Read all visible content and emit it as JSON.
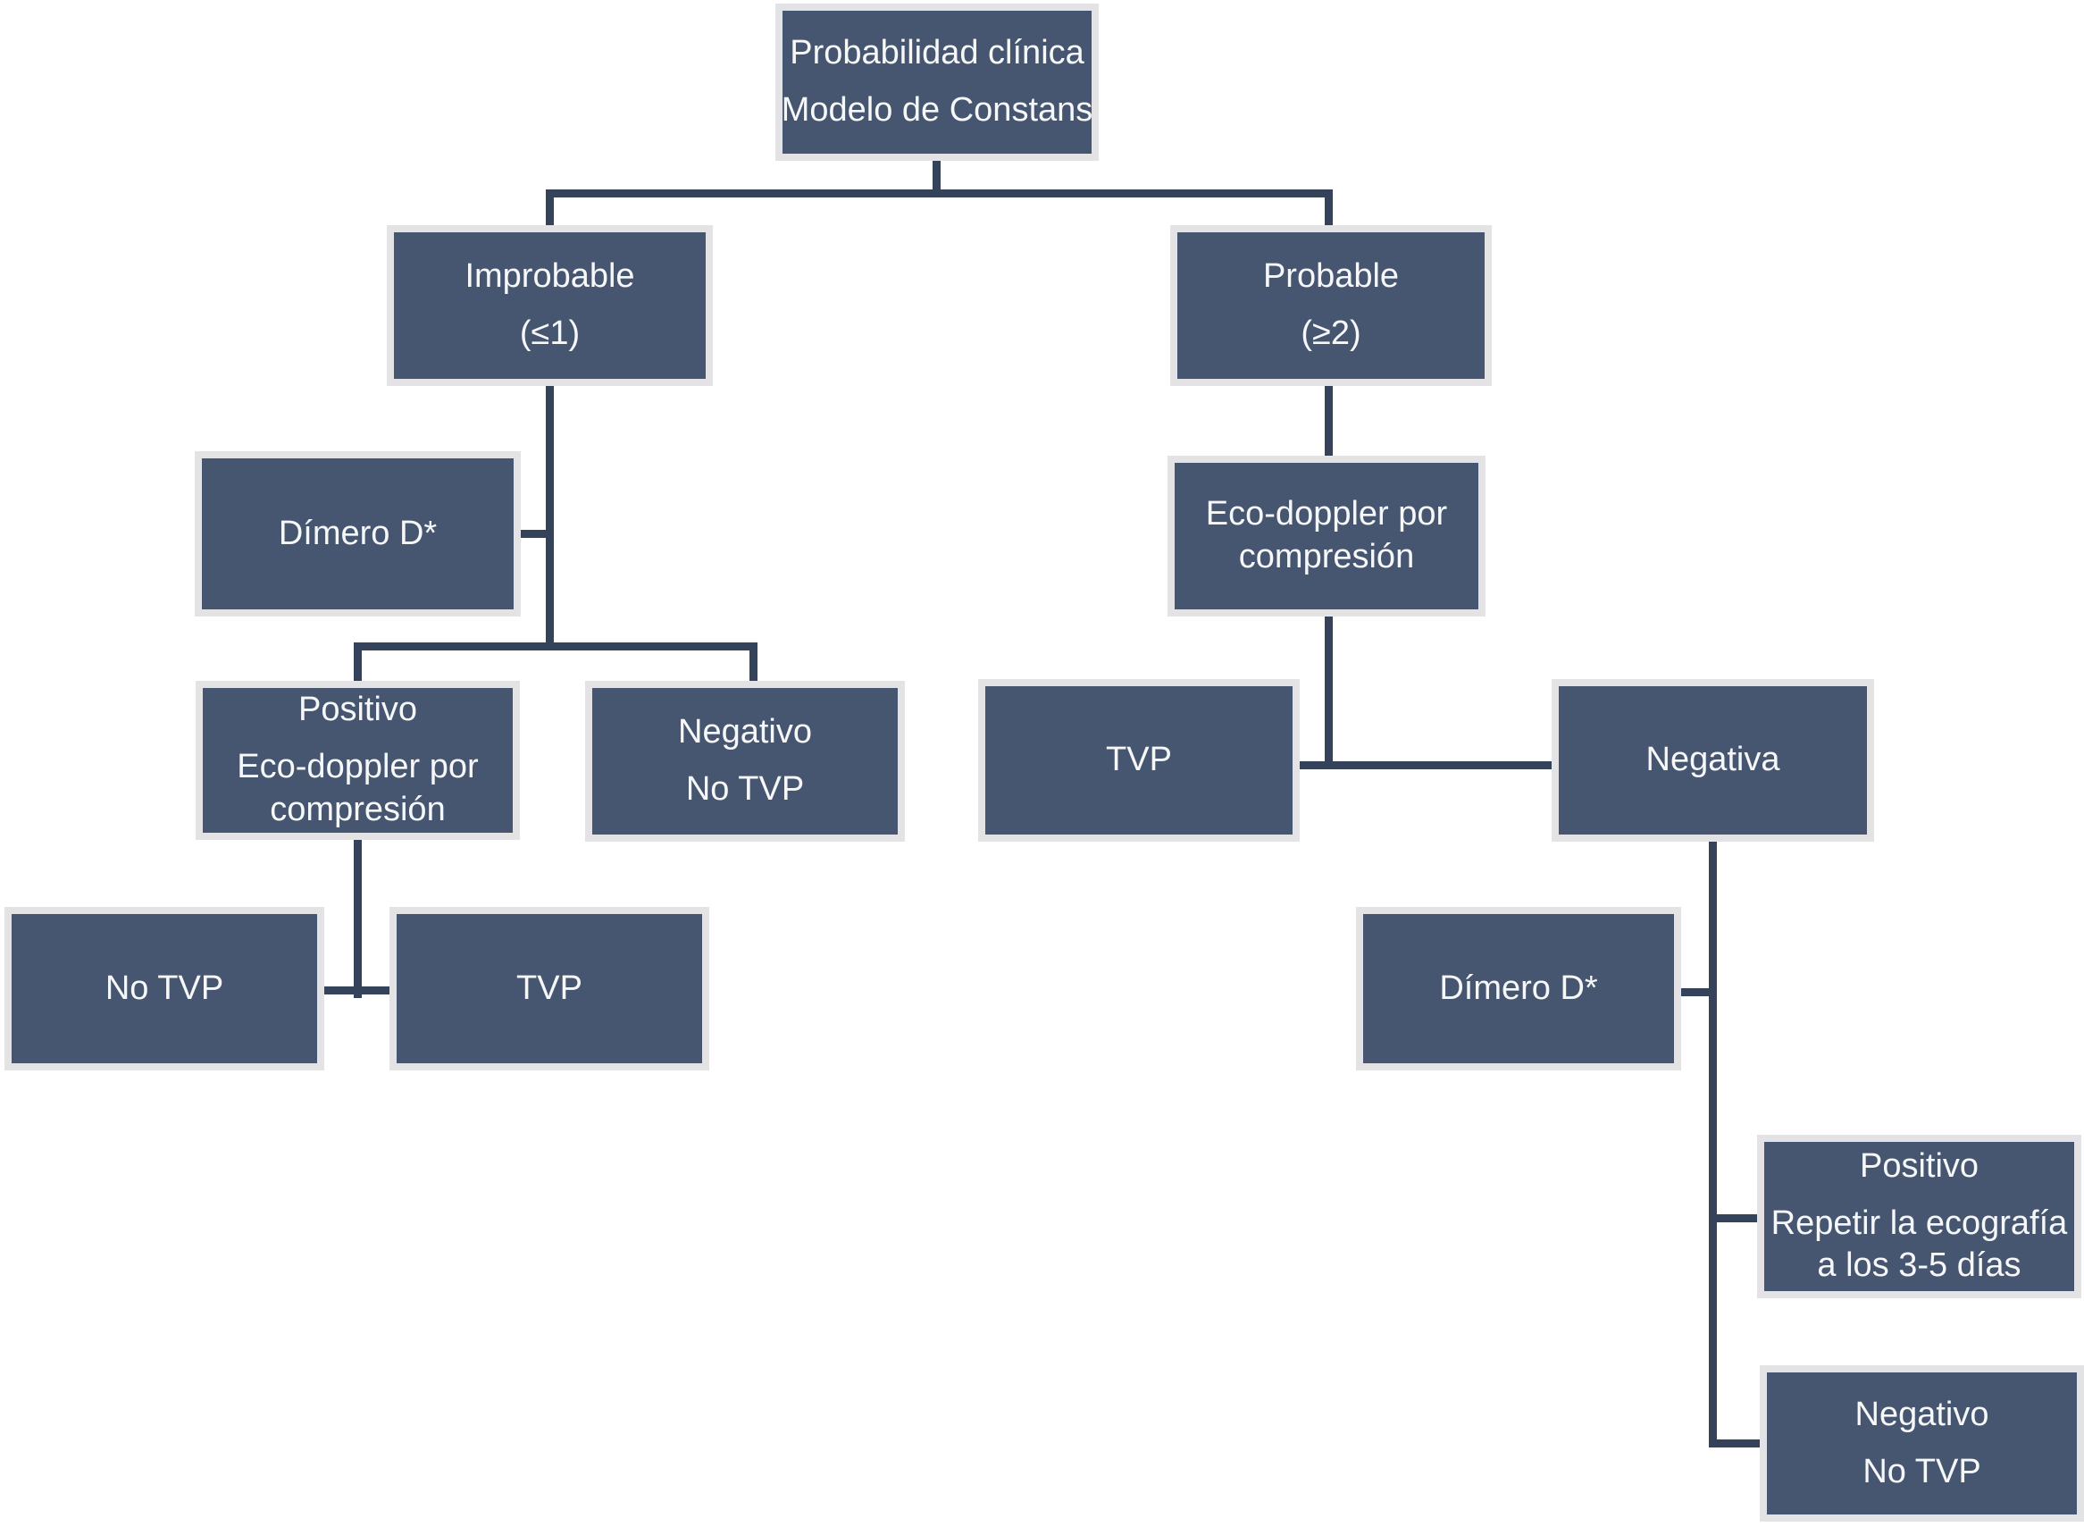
{
  "diagram": {
    "kind": "flowchart",
    "language": "es",
    "topic": "Algoritmo diagnóstico de TVP (trombosis venosa profunda)"
  },
  "colors": {
    "box_fill": "#475670",
    "box_border": "#e3e3e6",
    "line": "#34435a",
    "text": "#f6f7f8",
    "background": "#ffffff"
  },
  "nodes": {
    "root": {
      "lines": [
        "Probabilidad clínica",
        "Modelo de Constans"
      ]
    },
    "improbable": {
      "lines": [
        "Improbable",
        "(≤1)"
      ]
    },
    "probable": {
      "lines": [
        "Probable",
        "(≥2)"
      ]
    },
    "dimero_left": {
      "lines": [
        "Dímero D*"
      ]
    },
    "eco_doppler": {
      "lines": [
        "Eco-doppler por",
        "compresión"
      ]
    },
    "positivo_eco": {
      "lines": [
        "Positivo",
        "Eco-doppler por",
        "compresión"
      ]
    },
    "negativo_no_tvp": {
      "lines": [
        "Negativo",
        "No TVP"
      ]
    },
    "tvp_mid": {
      "lines": [
        "TVP"
      ]
    },
    "negativa": {
      "lines": [
        "Negativa"
      ]
    },
    "no_tvp_left": {
      "lines": [
        "No TVP"
      ]
    },
    "tvp_left": {
      "lines": [
        "TVP"
      ]
    },
    "dimero_right": {
      "lines": [
        "Dímero D*"
      ]
    },
    "positivo_repetir": {
      "lines": [
        "Positivo",
        "Repetir la ecografía",
        "a los 3-5 días"
      ]
    },
    "negativo_final": {
      "lines": [
        "Negativo",
        "No TVP"
      ]
    }
  }
}
